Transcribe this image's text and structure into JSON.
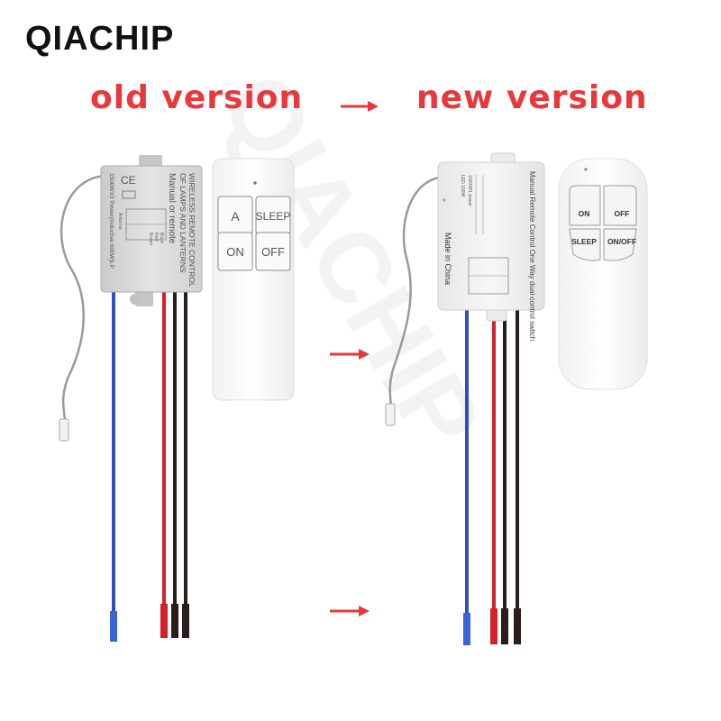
{
  "brand": "QIACHIP",
  "labels": {
    "old": "old version",
    "new": "new version"
  },
  "watermark": "QIACHIP",
  "old_receiver": {
    "text_lines": [
      "WIRELESS REMOTE CONTROL",
      "OF LAMPS AND LANTERNS",
      "Manual or remote",
      "1500WX3 Power(Inductive 600W)LP"
    ],
    "small_labels": [
      "Antenna",
      "Black",
      "Red",
      "Brown"
    ]
  },
  "old_remote": {
    "buttons": [
      "A",
      "SLEEP",
      "ON",
      "OFF"
    ]
  },
  "new_receiver": {
    "text_lines": [
      "Manual Remote Control One Way dual-control switch",
      "Made in China",
      "LED 100W",
      "1000W/1 power"
    ]
  },
  "new_remote": {
    "buttons": [
      "ON",
      "OFF",
      "SLEEP",
      "ON/OFF"
    ]
  },
  "colors": {
    "accent": "#e8383b",
    "wire_blue": "#2f4fbf",
    "wire_red": "#d4202a",
    "wire_black": "#2a1e1c"
  }
}
